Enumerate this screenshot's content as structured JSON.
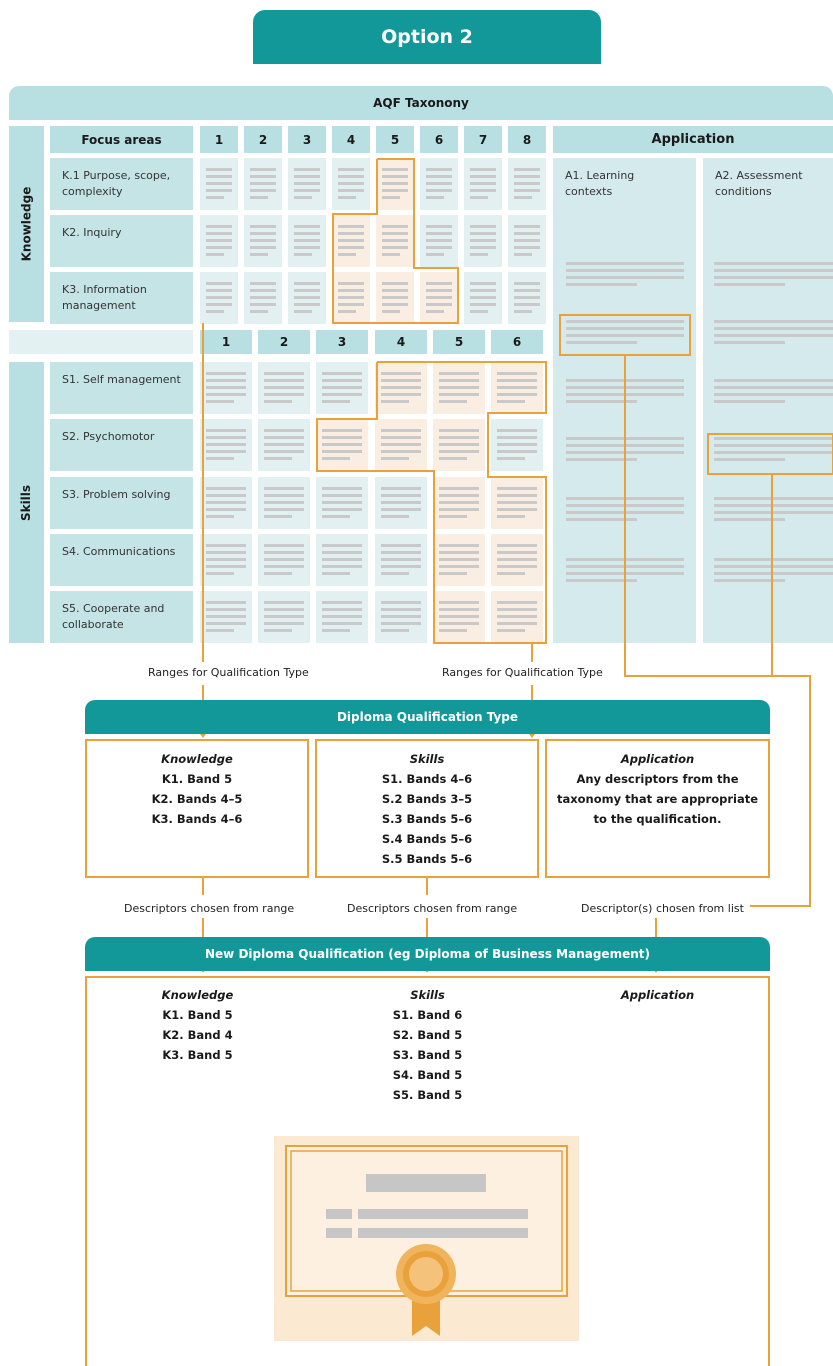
{
  "option_title": "Option 2",
  "taxonomy_title": "AQF Taxonony",
  "knowledge": {
    "side_label": "Knowledge",
    "focus_header": "Focus areas",
    "band_headers": [
      "1",
      "2",
      "3",
      "4",
      "5",
      "6",
      "7",
      "8"
    ],
    "rows": [
      {
        "label": "K.1 Purpose, scope, complexity"
      },
      {
        "label": "K2. Inquiry"
      },
      {
        "label": "K3. Information management"
      }
    ]
  },
  "application": {
    "header": "Application",
    "columns": [
      {
        "label": "A1. Learning contexts"
      },
      {
        "label": "A2. Assessment conditions"
      }
    ]
  },
  "skills": {
    "side_label": "Skills",
    "band_headers": [
      "1",
      "2",
      "3",
      "4",
      "5",
      "6"
    ],
    "rows": [
      {
        "label": "S1. Self management"
      },
      {
        "label": "S2. Psychomotor"
      },
      {
        "label": "S3. Problem solving"
      },
      {
        "label": "S4. Communications"
      },
      {
        "label": "S5. Cooperate and collaborate"
      }
    ]
  },
  "captions": {
    "range_left": "Ranges for Qualification Type",
    "range_right": "Ranges for Qualification Type",
    "chosen_knowledge": "Descriptors chosen from range",
    "chosen_skills": "Descriptors chosen from range",
    "chosen_application": "Descriptor(s) chosen from list"
  },
  "diploma_type": {
    "title": "Diploma Qualification Type",
    "knowledge": {
      "heading": "Knowledge",
      "lines": [
        "K1. Band 5",
        "K2. Bands 4–5",
        "K3. Bands 4–6"
      ]
    },
    "skills": {
      "heading": "Skills",
      "lines": [
        "S1. Bands 4–6",
        "S.2 Bands 3–5",
        "S.3 Bands 5–6",
        "S.4 Bands 5–6",
        "S.5 Bands 5–6"
      ]
    },
    "application": {
      "heading": "Application",
      "lines": [
        "Any descriptors from the",
        "taxonomy that are appropriate",
        "to the qualification."
      ]
    }
  },
  "new_diploma": {
    "title": "New Diploma Qualification (eg Diploma of Business Management)",
    "knowledge": {
      "heading": "Knowledge",
      "lines": [
        "K1. Band 5",
        "K2. Band 4",
        "K3. Band 5"
      ]
    },
    "skills": {
      "heading": "Skills",
      "lines": [
        "S1. Band 6",
        "S2. Band 5",
        "S3. Band 5",
        "S4. Band 5",
        "S5. Band 5"
      ]
    },
    "application": {
      "heading": "Application"
    }
  },
  "colors": {
    "teal": "#13989a",
    "light_teal": "#b8dfe1",
    "orange": "#e9a23b",
    "highlight": "#f9eee1"
  }
}
